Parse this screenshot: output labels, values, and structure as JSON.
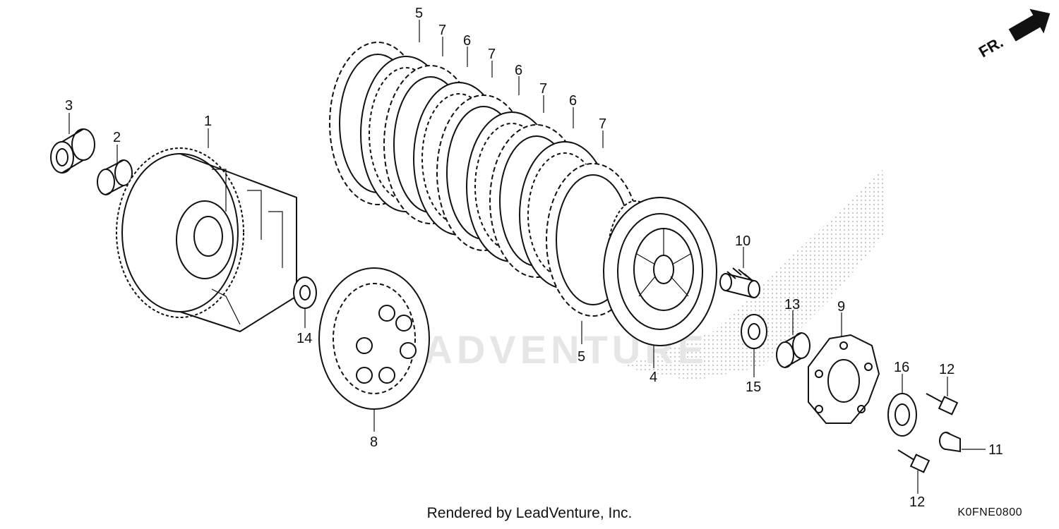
{
  "diagram": {
    "fr_label": "FR.",
    "footer": "Rendered by LeadVenture, Inc.",
    "code": "K0FNE0800",
    "watermark": "LEADVENTURE",
    "callouts": {
      "c1": "1",
      "c2": "2",
      "c3": "3",
      "c4": "4",
      "c5a": "5",
      "c5b": "5",
      "c6a": "6",
      "c6b": "6",
      "c6c": "6",
      "c7a": "7",
      "c7b": "7",
      "c7c": "7",
      "c7d": "7",
      "c8": "8",
      "c9": "9",
      "c10": "10",
      "c11": "11",
      "c12a": "12",
      "c12b": "12",
      "c13": "13",
      "c14": "14",
      "c15": "15",
      "c16": "16"
    }
  }
}
